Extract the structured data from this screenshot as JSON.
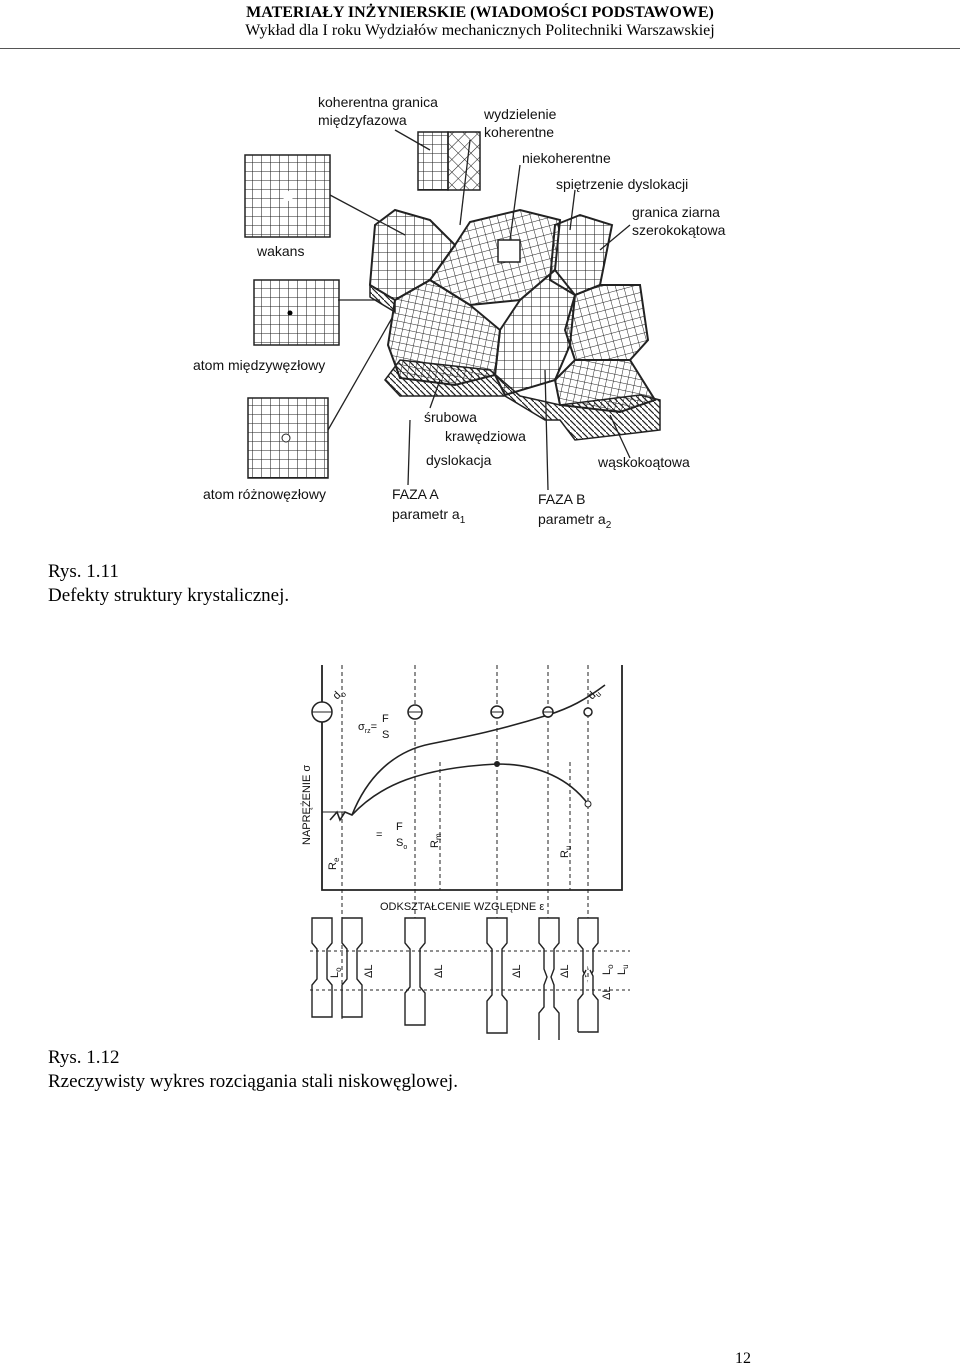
{
  "header": {
    "title": "MATERIAŁY INŻYNIERSKIE  (WIADOMOŚCI PODSTAWOWE)",
    "subtitle": "Wykład dla I roku Wydziałów mechanicznych Politechniki Warszawskiej"
  },
  "figure1": {
    "labels": {
      "koherentna1": "koherentna granica",
      "koherentna2": "międzyfazowa",
      "wydzielenie1": "wydzielenie",
      "wydzielenie2": "koherentne",
      "niekoherentne": "niekoherentne",
      "spietrzenie": "spiętrzenie dyslokacji",
      "granica1": "granica ziarna",
      "granica2": "szerokokątowa",
      "wakans": "wakans",
      "atom_miedzy": "atom międzywęzłowy",
      "srubowa": "śrubowa",
      "krawedziowa": "krawędziowa",
      "dyslokacja": "dyslokacja",
      "waskokatowa": "wąskokoątowa",
      "atom_rozno": "atom różnowęzłowy",
      "faza_a": "FAZA  A",
      "param_a": "parametr a",
      "param_a_sub": "1",
      "faza_b": "FAZA  B",
      "param_b": "parametr a",
      "param_b_sub": "2"
    },
    "caption_number": "Rys. 1.11",
    "caption_text": "Defekty struktury krystalicznej."
  },
  "figure2": {
    "labels": {
      "yaxis": "NAPRĘŻENIE σ",
      "xaxis": "ODKSZTAŁCENIE WZGLĘDNE  ε",
      "d0": "d",
      "d0_sub": "o",
      "du": "d",
      "du_sub": "u",
      "sigma_rz": "σ",
      "sigma_rz_sub": "rz",
      "eq": "=",
      "F": "F",
      "S": "S",
      "S0": "S",
      "S0_sub": "o",
      "Re": "R",
      "Re_sub": "e",
      "Rm": "R",
      "Rm_sub": "m",
      "Ru": "R",
      "Ru_sub": "u",
      "L0": "L",
      "L0_sub": "o",
      "Lu": "L",
      "Lu_sub": "u",
      "dL": "ΔL"
    },
    "caption_number": "Rys. 1.12",
    "caption_text": "Rzeczywisty wykres rozciągania stali niskowęglowej."
  },
  "page_number": "12"
}
